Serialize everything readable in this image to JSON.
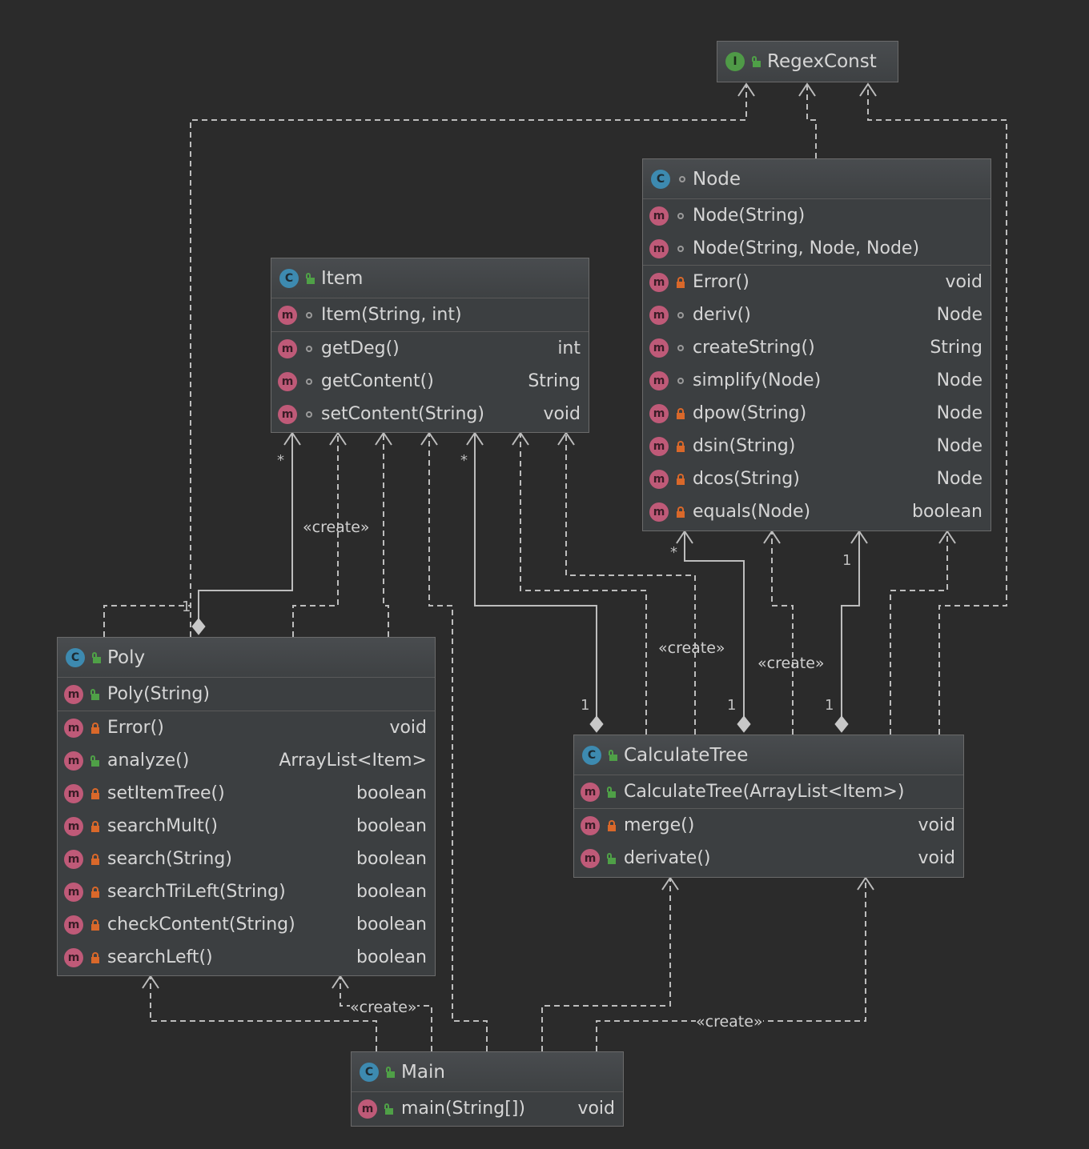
{
  "classes": {
    "regexconst": {
      "kind": "I",
      "name": "RegexConst"
    },
    "node": {
      "kind": "C",
      "name": "Node",
      "constructors": [
        {
          "sig": "Node(String)"
        },
        {
          "sig": "Node(String, Node, Node)"
        }
      ],
      "methods": [
        {
          "sig": "Error()",
          "ret": "void"
        },
        {
          "sig": "deriv()",
          "ret": "Node"
        },
        {
          "sig": "createString()",
          "ret": "String"
        },
        {
          "sig": "simplify(Node)",
          "ret": "Node"
        },
        {
          "sig": "dpow(String)",
          "ret": "Node"
        },
        {
          "sig": "dsin(String)",
          "ret": "Node"
        },
        {
          "sig": "dcos(String)",
          "ret": "Node"
        },
        {
          "sig": "equals(Node)",
          "ret": "boolean"
        }
      ]
    },
    "item": {
      "kind": "C",
      "name": "Item",
      "constructors": [
        {
          "sig": "Item(String, int)"
        }
      ],
      "methods": [
        {
          "sig": "getDeg()",
          "ret": "int"
        },
        {
          "sig": "getContent()",
          "ret": "String"
        },
        {
          "sig": "setContent(String)",
          "ret": "void"
        }
      ]
    },
    "poly": {
      "kind": "C",
      "name": "Poly",
      "constructors": [
        {
          "sig": "Poly(String)"
        }
      ],
      "methods": [
        {
          "sig": "Error()",
          "ret": "void"
        },
        {
          "sig": "analyze()",
          "ret": "ArrayList<Item>"
        },
        {
          "sig": "setItemTree()",
          "ret": "boolean"
        },
        {
          "sig": "searchMult()",
          "ret": "boolean"
        },
        {
          "sig": "search(String)",
          "ret": "boolean"
        },
        {
          "sig": "searchTriLeft(String)",
          "ret": "boolean"
        },
        {
          "sig": "checkContent(String)",
          "ret": "boolean"
        },
        {
          "sig": "searchLeft()",
          "ret": "boolean"
        }
      ]
    },
    "calculatetree": {
      "kind": "C",
      "name": "CalculateTree",
      "constructors": [
        {
          "sig": "CalculateTree(ArrayList<Item>)"
        }
      ],
      "methods": [
        {
          "sig": "merge()",
          "ret": "void"
        },
        {
          "sig": "derivate()",
          "ret": "void"
        }
      ]
    },
    "main": {
      "kind": "C",
      "name": "Main",
      "methods": [
        {
          "sig": "main(String[])",
          "ret": "void"
        }
      ]
    }
  },
  "labels": {
    "create": "«create»",
    "many": "*",
    "one": "1"
  }
}
